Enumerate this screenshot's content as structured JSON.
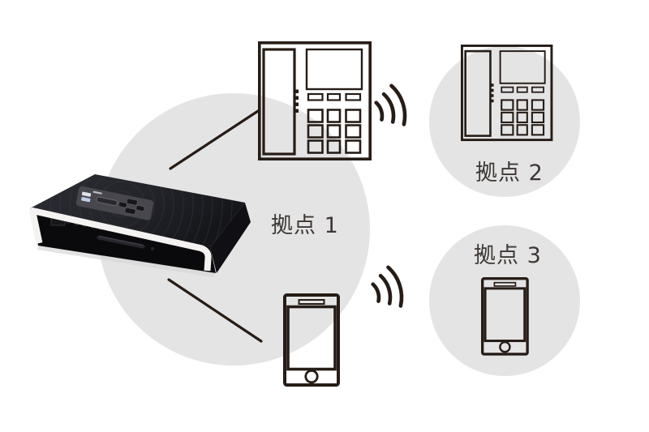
{
  "labels": {
    "site1": "拠点 1",
    "site2": "拠点 2",
    "site3": "拠点 3"
  },
  "icons": {
    "hub_device": "gateway-device",
    "site1_desk_phone": "desk-phone-icon",
    "site1_smartphone": "smartphone-icon",
    "site2_desk_phone": "desk-phone-icon",
    "site3_smartphone": "smartphone-icon",
    "wireless_signal": "radio-waves-icon"
  },
  "connections": [
    {
      "from": "gateway-device",
      "to": "site1-desk-phone",
      "style": "solid-line"
    },
    {
      "from": "gateway-device",
      "to": "site1-smartphone",
      "style": "solid-line"
    },
    {
      "from": "site1-desk-phone",
      "to": "site2",
      "style": "wireless-waves"
    },
    {
      "from": "site1-smartphone",
      "to": "site3",
      "style": "wireless-waves"
    }
  ],
  "colors": {
    "background": "#ffffff",
    "circle_fill": "#e4e4e5",
    "stroke": "#261c16",
    "label_text": "#3d3734",
    "device_top": "#202127",
    "device_front": "#0a0a0c",
    "device_side": "#101014",
    "device_trim": "#f4f3f1",
    "device_panel": "#47474d"
  }
}
